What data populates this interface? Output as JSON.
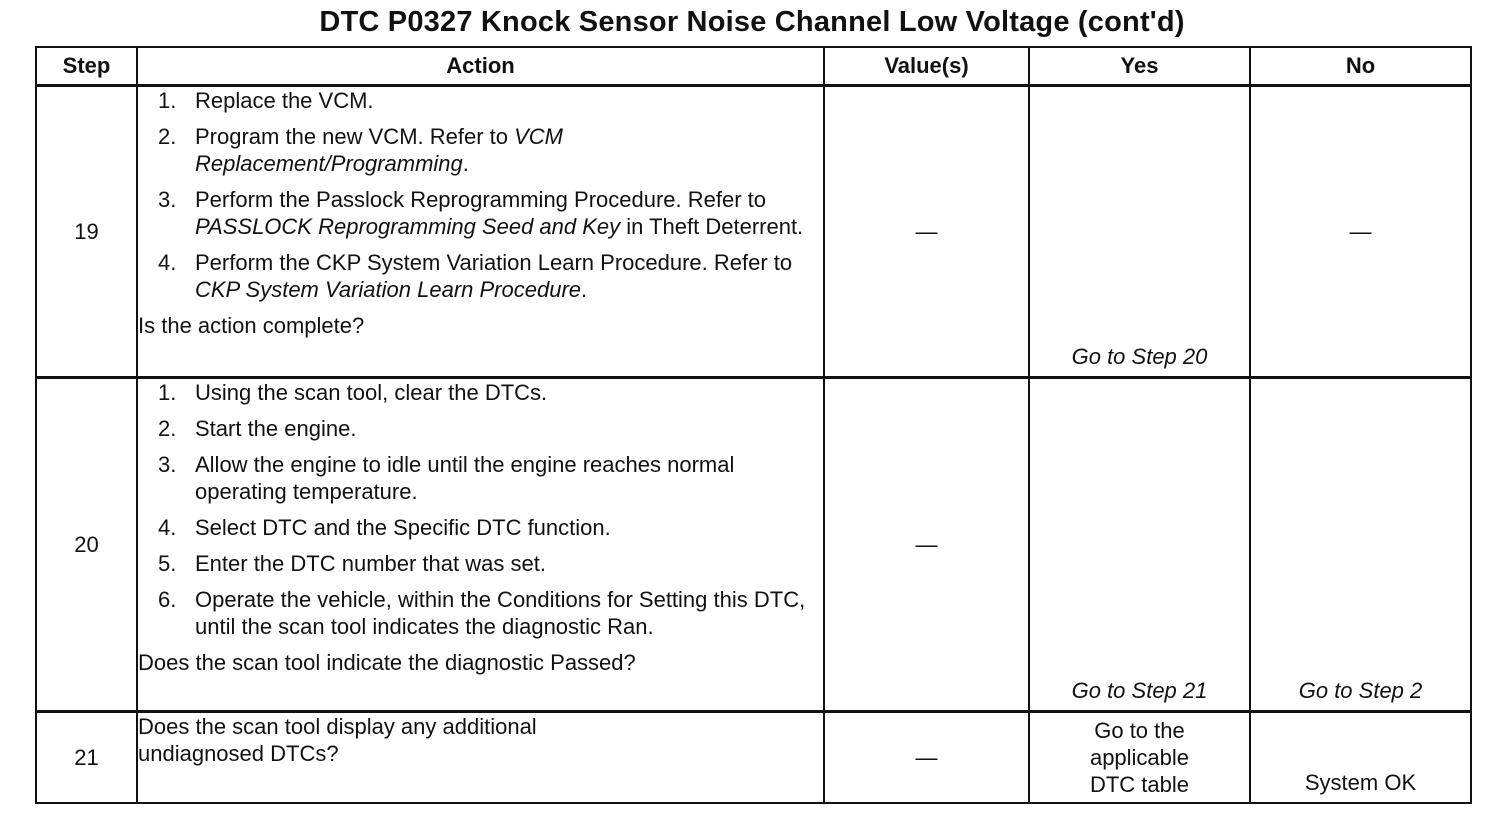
{
  "title": "DTC P0327 Knock Sensor Noise Channel Low Voltage  (cont'd)",
  "headers": {
    "step": "Step",
    "action": "Action",
    "values": "Value(s)",
    "yes": "Yes",
    "no": "No"
  },
  "rows": [
    {
      "step": "19",
      "items": [
        {
          "num": "1.",
          "parts": [
            {
              "text": "Replace the VCM."
            }
          ]
        },
        {
          "num": "2.",
          "parts": [
            {
              "text": "Program the new VCM. Refer to "
            },
            {
              "text": "VCM Replacement/Programming",
              "italic": true
            },
            {
              "text": "."
            }
          ]
        },
        {
          "num": "3.",
          "parts": [
            {
              "text": "Perform the Passlock Reprogramming Procedure. Refer to "
            },
            {
              "text": "PASSLOCK Reprogramming Seed and Key",
              "italic": true
            },
            {
              "text": " in Theft Deterrent."
            }
          ]
        },
        {
          "num": "4.",
          "parts": [
            {
              "text": "Perform the CKP System Variation Learn Procedure. Refer to "
            },
            {
              "text": "CKP System Variation Learn Procedure",
              "italic": true
            },
            {
              "text": "."
            }
          ]
        }
      ],
      "question": "Is the action complete?",
      "value": "—",
      "yes": "Go to Step 20",
      "no": "—"
    },
    {
      "step": "20",
      "items": [
        {
          "num": "1.",
          "parts": [
            {
              "text": "Using the scan tool, clear the DTCs."
            }
          ]
        },
        {
          "num": "2.",
          "parts": [
            {
              "text": "Start the engine."
            }
          ]
        },
        {
          "num": "3.",
          "parts": [
            {
              "text": "Allow the engine to idle until the engine reaches normal operating temperature."
            }
          ]
        },
        {
          "num": "4.",
          "parts": [
            {
              "text": "Select DTC and the Specific DTC function."
            }
          ]
        },
        {
          "num": "5.",
          "parts": [
            {
              "text": "Enter the DTC number that was set."
            }
          ]
        },
        {
          "num": "6.",
          "parts": [
            {
              "text": "Operate the vehicle, within the Conditions for Setting this DTC, until the scan tool indicates the diagnostic Ran."
            }
          ]
        }
      ],
      "question": "Does the scan tool indicate the diagnostic Passed?",
      "value": "—",
      "yes": "Go to Step 21",
      "no": "Go to Step 2"
    },
    {
      "step": "21",
      "items": [],
      "question": "Does the scan tool display any additional undiagnosed DTCs?",
      "value": "—",
      "yes_lines": [
        "Go to the",
        "applicable",
        "DTC table"
      ],
      "no": "System OK"
    }
  ]
}
